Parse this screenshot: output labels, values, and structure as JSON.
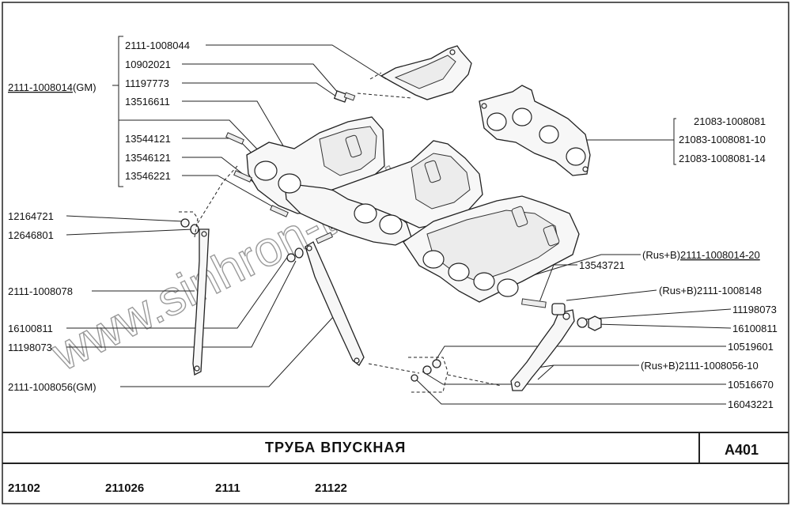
{
  "labels_left": [
    "2111-1008044",
    "10902021",
    "11197773",
    "13516611",
    "13544121",
    "13546121",
    "13546221",
    "12164721",
    "12646801",
    "2111-1008078",
    "16100811",
    "11198073",
    "2111-1008056(GM)"
  ],
  "group_main": "2111-1008014",
  "group_main_suffix": "(GM)",
  "labels_right": [
    "21083-1008081",
    "21083-1008081-10",
    "21083-1008081-14",
    "13543721",
    "(Rus+B)2111-1008148",
    "11198073",
    "16100811",
    "10519601",
    "(Rus+B)2111-1008056-10",
    "10516670",
    "16043221"
  ],
  "group_right_prefix": "(Rus+B)",
  "group_right_code": "2111-1008014-20",
  "title": "ТРУБА  ВПУСКНАЯ",
  "code": "A401",
  "models": [
    "21102",
    "211026",
    "2111",
    "21122"
  ],
  "watermark": "www.sinhron-too.kz"
}
